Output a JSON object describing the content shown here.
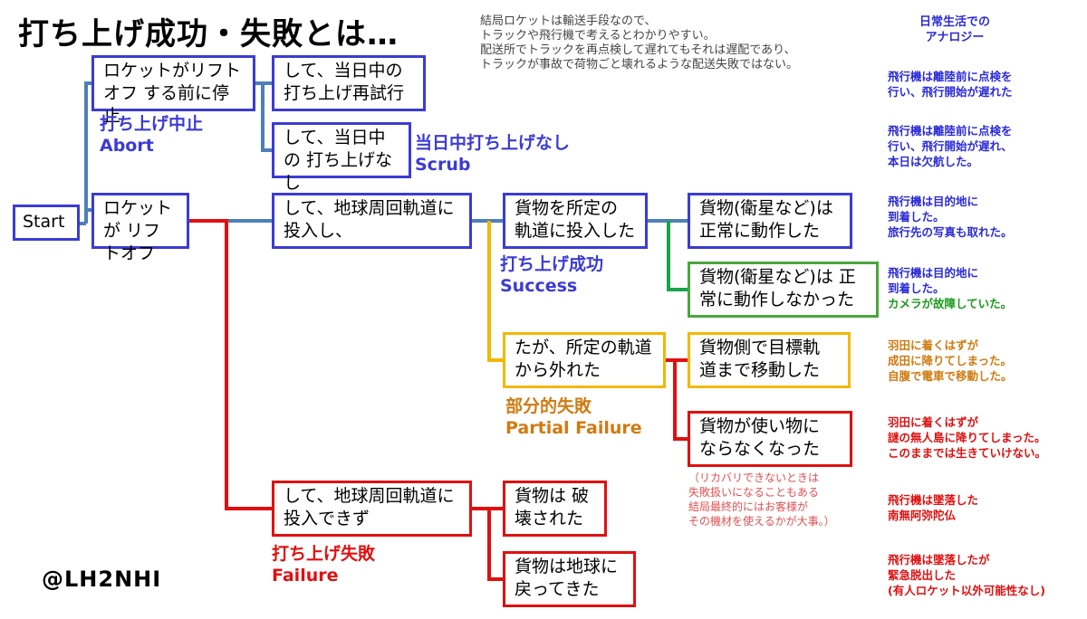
{
  "title": "打ち上げ成功・失敗とは…",
  "note": [
    "結局ロケットは輸送手段なので、",
    "トラックや飛行機で考えるとわかりやすい。",
    "配送所でトラックを再点検して遅れてもそれは遅配であり、",
    "トラックが事故で荷物ごと壊れるような配送失敗ではない。"
  ],
  "analogy_heading": "日常生活での アナロジー",
  "nodes": {
    "start": "Start",
    "stop_before_liftoff": "ロケットがリフトオフ する前に停止",
    "retry_same_day": "して、当日中の 打ち上げ再試行",
    "no_launch_same_day": "して、当日中の 打ち上げなし",
    "liftoff": "ロケットが リフトオフ",
    "orbit_inserted": "して、地球周回軌道に 投入し、",
    "payload_inserted": "貨物を所定の 軌道に投入した",
    "payload_working": "貨物(衛星など)は 正常に動作した",
    "payload_not_working": "貨物(衛星など)は 正常に動作しなかった",
    "off_orbit": "たが、所定の軌道 から外れた",
    "payload_self_move": "貨物側で目標軌 道まで移動した",
    "payload_unusable": "貨物が使い物に ならなくなった",
    "orbit_failed": "して、地球周回軌道に 投入できず",
    "payload_destroyed": "貨物は 破壊された",
    "payload_returned": "貨物は地球に 戻ってきた"
  },
  "outcome_labels": {
    "abort_jp": "打ち上げ中止",
    "abort_en": "Abort",
    "scrub_jp": "当日中打ち上げなし",
    "scrub_en": "Scrub",
    "success_jp": "打ち上げ成功",
    "success_en": "Success",
    "partial_jp": "部分的失敗",
    "partial_en": "Partial Failure",
    "failure_jp": "打ち上げ失敗",
    "failure_en": "Failure"
  },
  "side_note": [
    "（リカバリできないときは",
    "失敗扱いになることもある",
    "結局最終的にはお客様が",
    "その機材を使えるかが大事。）"
  ],
  "analogies": [
    {
      "lines": [
        "飛行機は離陸前に点検を",
        "行い、飛行開始が遅れた"
      ],
      "color": "#2a2ad8"
    },
    {
      "lines": [
        "飛行機は離陸前に点検を",
        "行い、飛行開始が遅れ、",
        "本日は欠航した。"
      ],
      "color": "#2a2ad8"
    },
    {
      "lines": [
        "飛行機は目的地に",
        "到着した。",
        "旅行先の写真も取れた。"
      ],
      "color": "#2a2ad8"
    },
    {
      "lines": [
        "飛行機は目的地に",
        "到着した。"
      ],
      "extra": "カメラが故障していた。",
      "color": "#2a2ad8",
      "extra_color": "#1a9a1a"
    },
    {
      "lines": [
        "羽田に着くはずが",
        "成田に降りてしまった。",
        "自腹で電車で移動した。"
      ],
      "color": "#d07a10"
    },
    {
      "lines": [
        "羽田に着くはずが",
        "謎の無人島に降りてしまった。",
        "このままでは生きていけない。"
      ],
      "color": "#e01010"
    },
    {
      "lines": [
        "飛行機は墜落した",
        "南無阿弥陀仏"
      ],
      "color": "#e01010"
    },
    {
      "lines": [
        "飛行機は墜落したが",
        "緊急脱出した",
        "(有人ロケット以外可能性なし)"
      ],
      "color": "#e01010"
    }
  ],
  "handle": "@LH2NHI",
  "colors": {
    "blue": "#3b3bd6",
    "steel": "#4f7fb8",
    "red": "#e01010",
    "yellow": "#f2b800",
    "green": "#1aa34a",
    "orange": "#d07a10"
  }
}
